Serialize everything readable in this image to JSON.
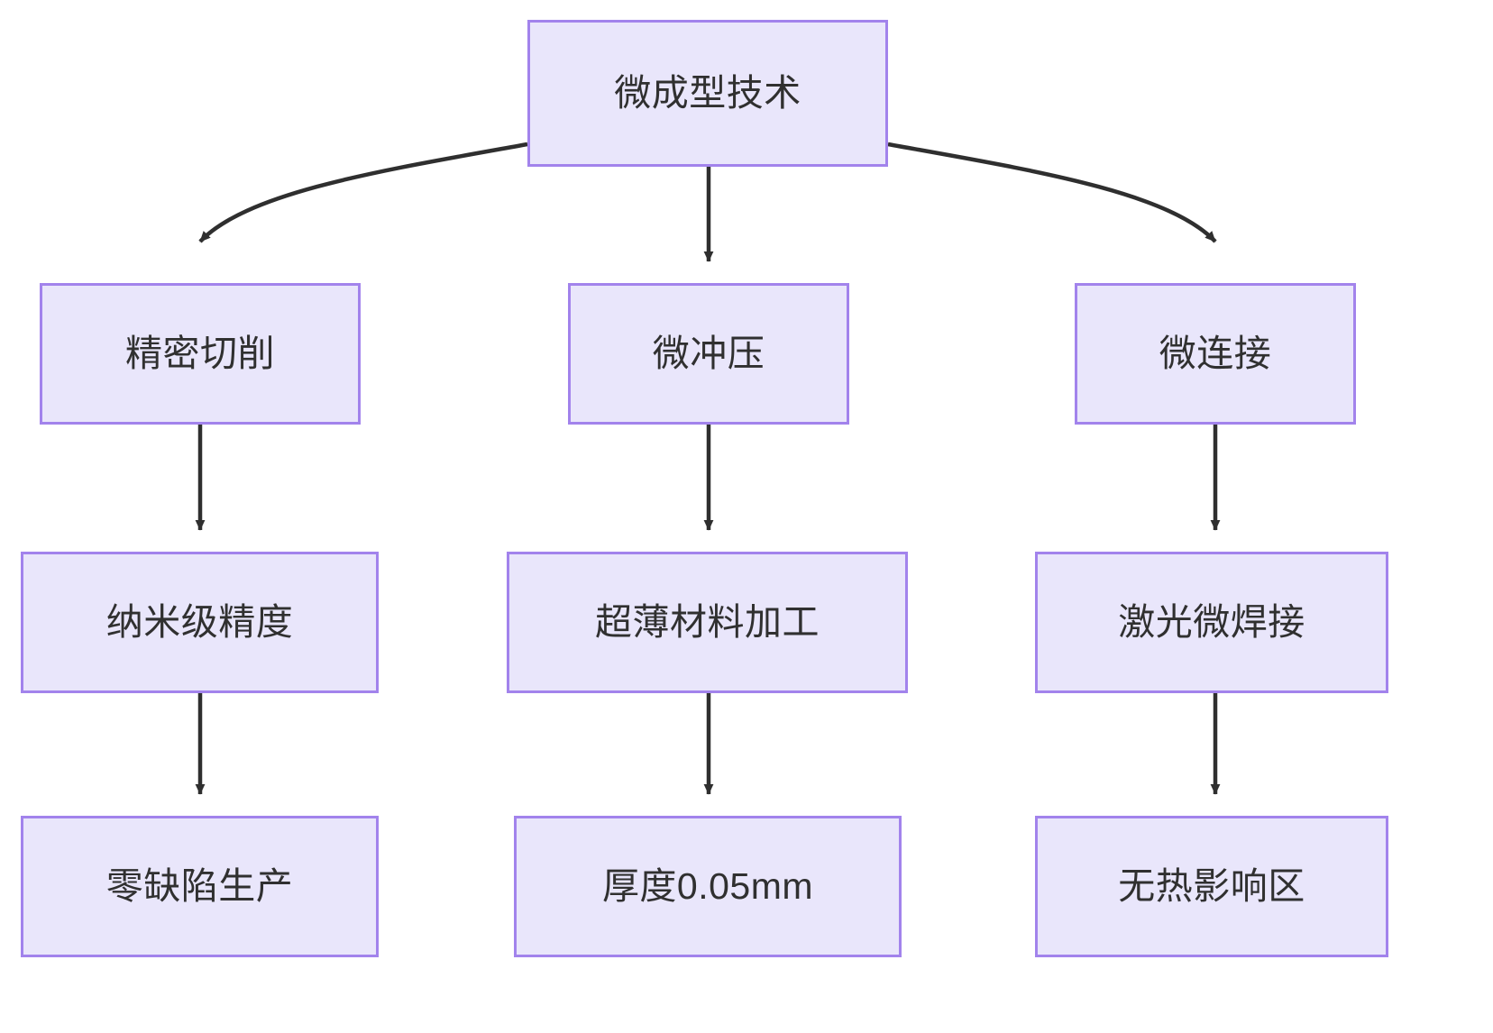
{
  "diagram": {
    "type": "flowchart",
    "direction": "top-down",
    "background_color": "#ffffff",
    "node_style": {
      "fill": "#e9e6fb",
      "border_color": "#a283ec",
      "text_color": "#303030"
    },
    "edge_style": {
      "color": "#2f2f2f",
      "arrowhead": "filled-triangle"
    },
    "nodes": [
      {
        "id": "root",
        "label": "微成型技术",
        "row": 0,
        "column": "center"
      },
      {
        "id": "l1",
        "label": "精密切削",
        "row": 1,
        "column": "left"
      },
      {
        "id": "m1",
        "label": "微冲压",
        "row": 1,
        "column": "middle"
      },
      {
        "id": "r1",
        "label": "微连接",
        "row": 1,
        "column": "right"
      },
      {
        "id": "l2",
        "label": "纳米级精度",
        "row": 2,
        "column": "left"
      },
      {
        "id": "m2",
        "label": "超薄材料加工",
        "row": 2,
        "column": "middle"
      },
      {
        "id": "r2",
        "label": "激光微焊接",
        "row": 2,
        "column": "right"
      },
      {
        "id": "l3",
        "label": "零缺陷生产",
        "row": 3,
        "column": "left"
      },
      {
        "id": "m3",
        "label": "厚度0.05mm",
        "row": 3,
        "column": "middle"
      },
      {
        "id": "r3",
        "label": "无热影响区",
        "row": 3,
        "column": "right"
      }
    ],
    "edges": [
      {
        "from": "root",
        "to": "l1",
        "shape": "curved"
      },
      {
        "from": "root",
        "to": "m1",
        "shape": "straight"
      },
      {
        "from": "root",
        "to": "r1",
        "shape": "curved"
      },
      {
        "from": "l1",
        "to": "l2",
        "shape": "straight"
      },
      {
        "from": "m1",
        "to": "m2",
        "shape": "straight"
      },
      {
        "from": "r1",
        "to": "r2",
        "shape": "straight"
      },
      {
        "from": "l2",
        "to": "l3",
        "shape": "straight"
      },
      {
        "from": "m2",
        "to": "m3",
        "shape": "straight"
      },
      {
        "from": "r2",
        "to": "r3",
        "shape": "straight"
      }
    ]
  }
}
